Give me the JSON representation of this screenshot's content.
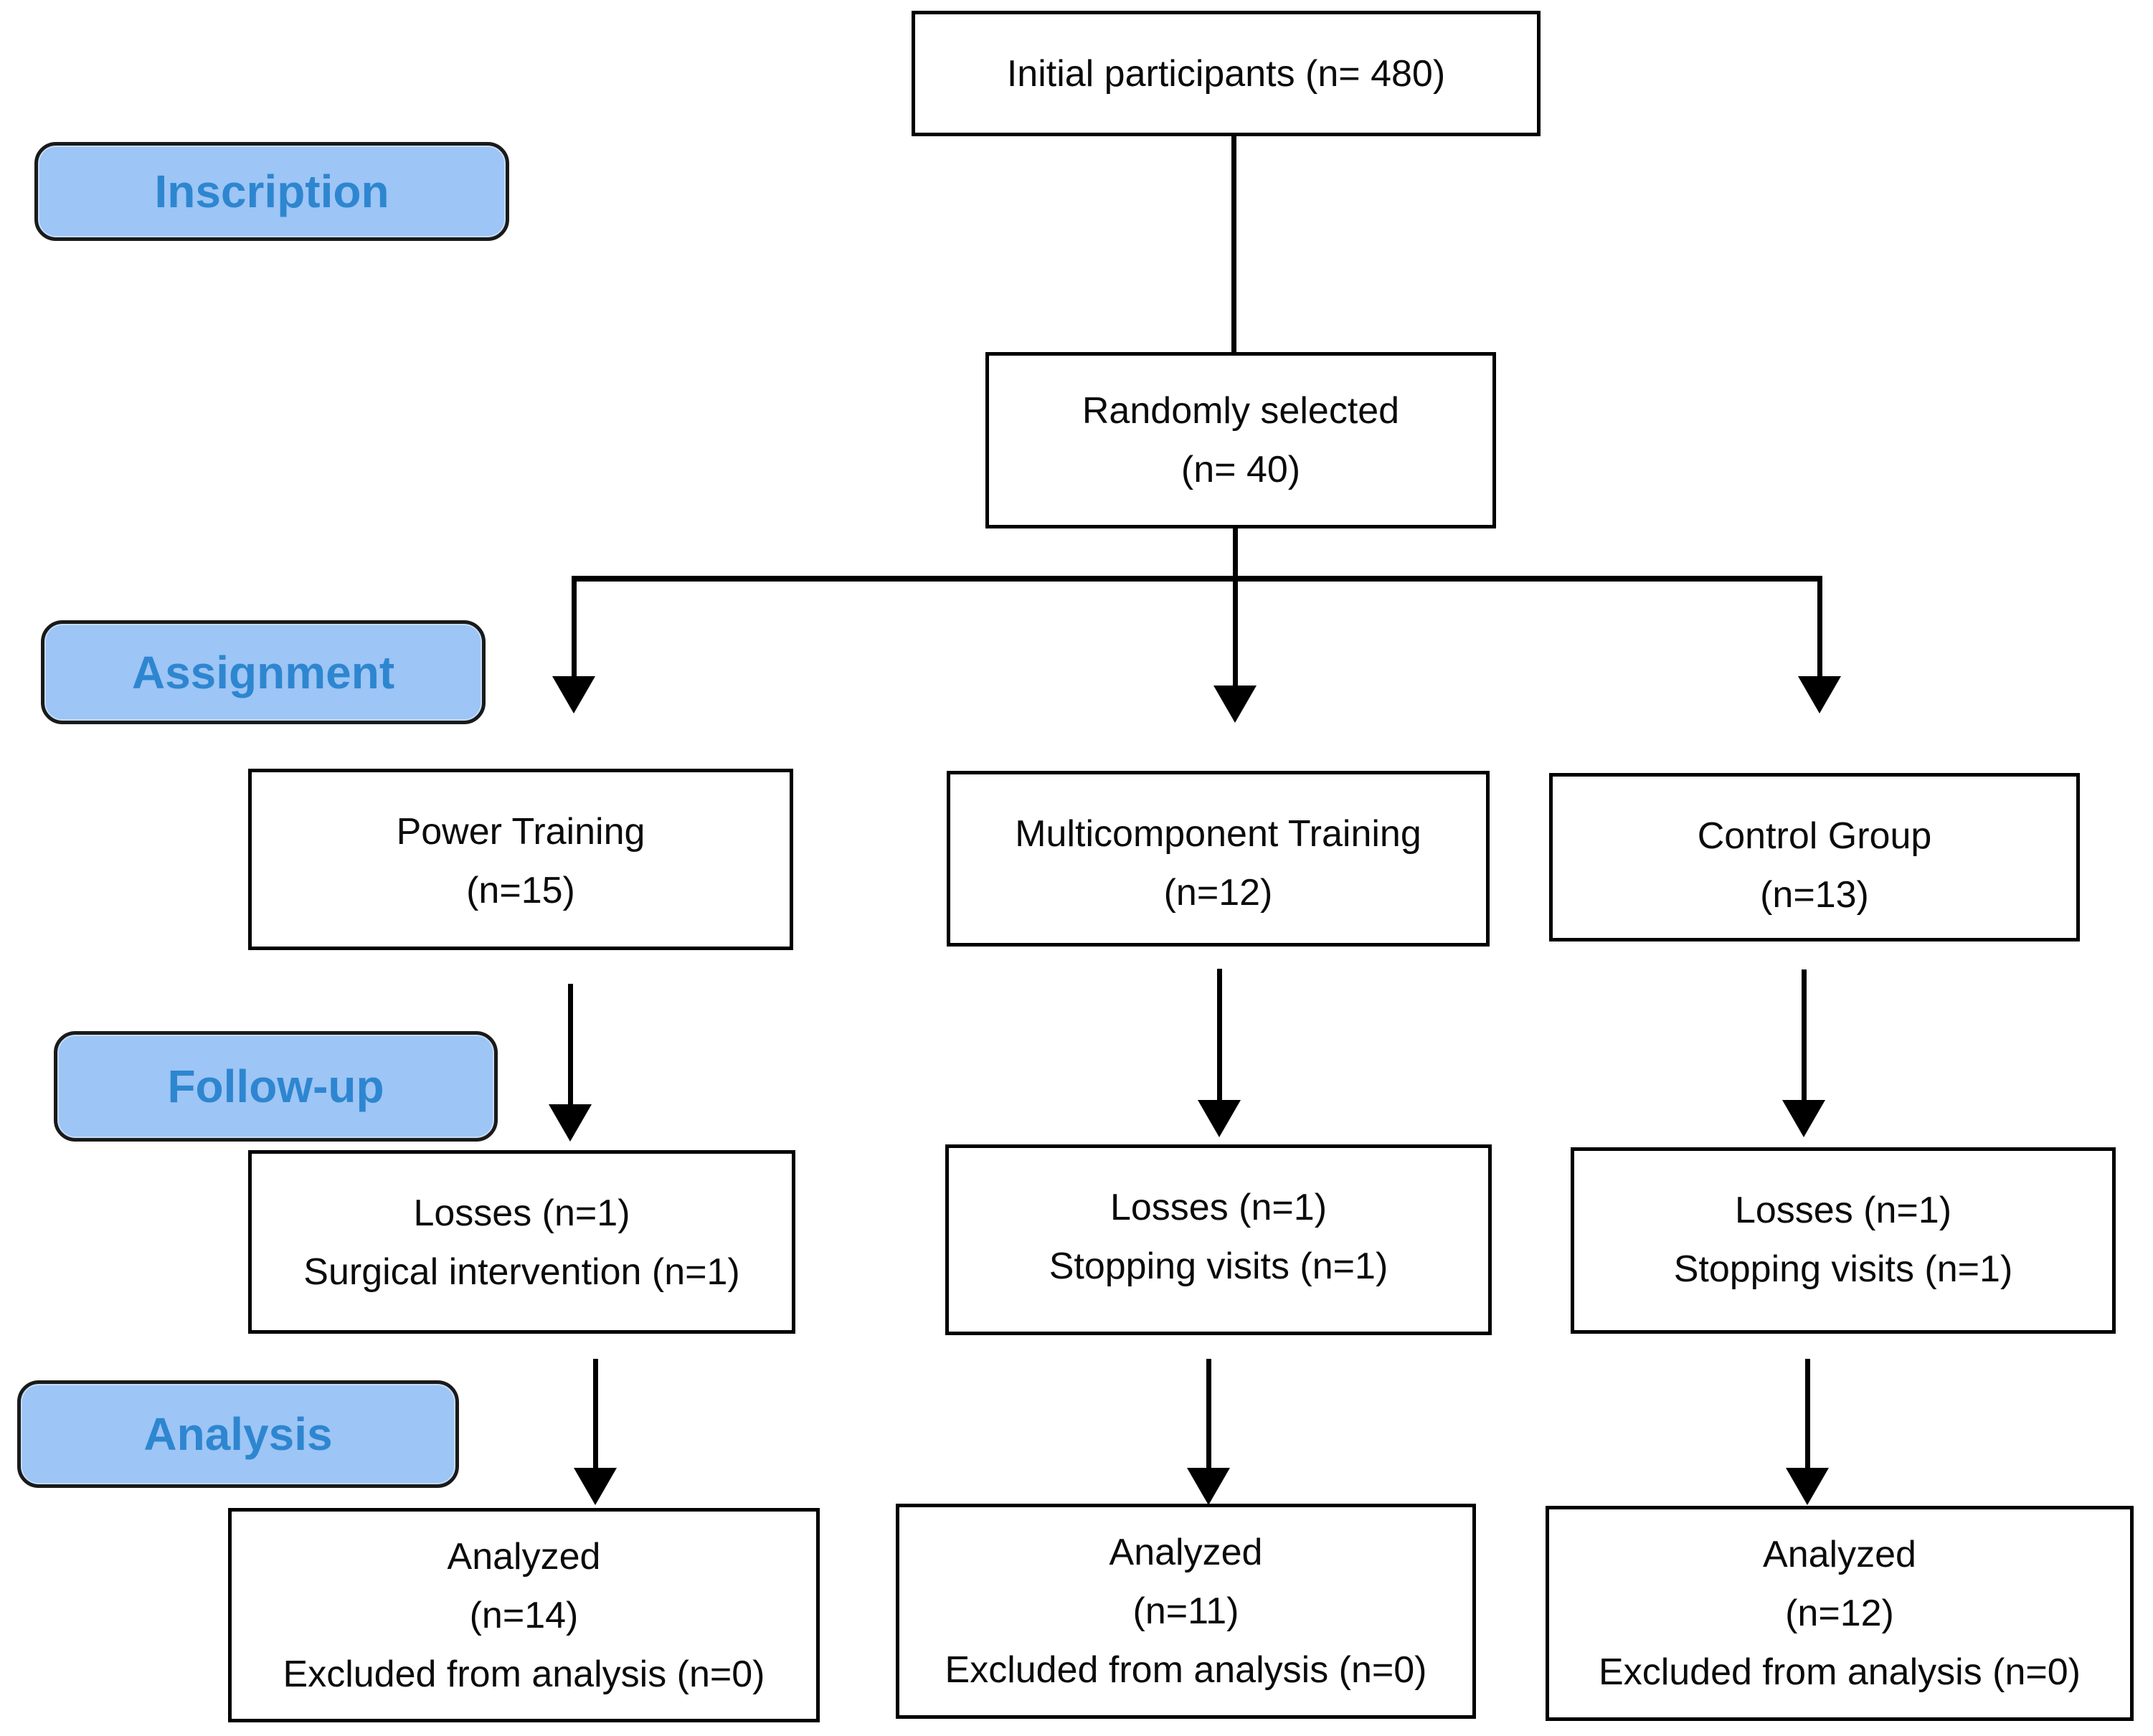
{
  "diagram": {
    "type": "consort-participant-flow",
    "stage_labels": [
      {
        "label": "Inscription"
      },
      {
        "label": "Assignment"
      },
      {
        "label": "Follow-up"
      },
      {
        "label": "Analysis"
      }
    ],
    "nodes": {
      "initial": {
        "line1": "Initial participants (n= 480)"
      },
      "random": {
        "line1": "Randomly selected",
        "line2": "(n= 40)"
      },
      "power": {
        "line1": "Power Training",
        "line2": "(n=15)"
      },
      "multi": {
        "line1": "Multicomponent Training",
        "line2": "(n=12)"
      },
      "control": {
        "line1": "Control Group",
        "line2": "(n=13)"
      },
      "loss_power": {
        "line1": "Losses (n=1)",
        "line2": "Surgical intervention (n=1)"
      },
      "loss_multi": {
        "line1": "Losses (n=1)",
        "line2": "Stopping visits (n=1)"
      },
      "loss_control": {
        "line1": "Losses (n=1)",
        "line2": "Stopping visits (n=1)"
      },
      "ana_power": {
        "line1": "Analyzed",
        "line2": "(n=14)",
        "line3": "Excluded from analysis (n=0)"
      },
      "ana_multi": {
        "line1": "Analyzed",
        "line2": "(n=11)",
        "line3": "Excluded from analysis (n=0)"
      },
      "ana_control": {
        "line1": "Analyzed",
        "line2": "(n=12)",
        "line3": "Excluded from analysis (n=0)"
      }
    },
    "counts": {
      "initial": 480,
      "randomized": 40,
      "power": 15,
      "multicomponent": 12,
      "control": 13,
      "losses_power": 1,
      "losses_multicomponent": 1,
      "losses_control": 1,
      "analyzed_power": 14,
      "analyzed_multicomponent": 11,
      "analyzed_control": 12,
      "excluded_each": 0
    },
    "colors": {
      "stage_label_fill": "#9DC5F5",
      "stage_label_text": "#2E86D0",
      "box_border": "#000000",
      "box_fill": "#FFFFFF",
      "connector": "#000000",
      "background": "#FFFFFF"
    }
  }
}
